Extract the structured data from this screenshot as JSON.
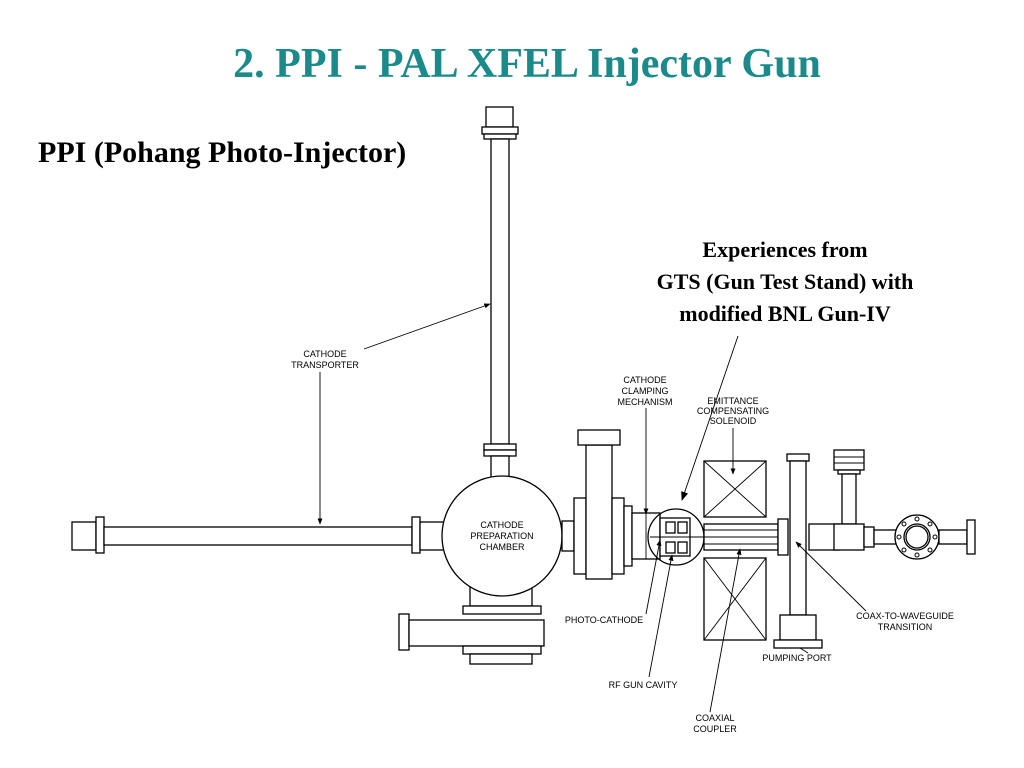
{
  "title": "2. PPI - PAL XFEL Injector Gun",
  "subtitle": "PPI (Pohang Photo-Injector)",
  "note": {
    "line1": "Experiences from",
    "line2": "GTS (Gun Test Stand) with",
    "line3": "modified BNL Gun-IV"
  },
  "labels": {
    "cathode_transporter": [
      "CATHODE",
      "TRANSPORTER"
    ],
    "cathode_clamping": [
      "CATHODE",
      "CLAMPING",
      "MECHANISM"
    ],
    "emittance_solenoid": [
      "EMITTANCE",
      "COMPENSATING",
      "SOLENOID"
    ],
    "prep_chamber": [
      "CATHODE",
      "PREPARATION",
      "CHAMBER"
    ],
    "photo_cathode": [
      "PHOTO-CATHODE"
    ],
    "rf_gun_cavity": [
      "RF GUN CAVITY"
    ],
    "coaxial_coupler": [
      "COAXIAL",
      "COUPLER"
    ],
    "pumping_port": [
      "PUMPING PORT"
    ],
    "coax_waveguide": [
      "COAX-TO-WAVEGUIDE",
      "TRANSITION"
    ]
  }
}
